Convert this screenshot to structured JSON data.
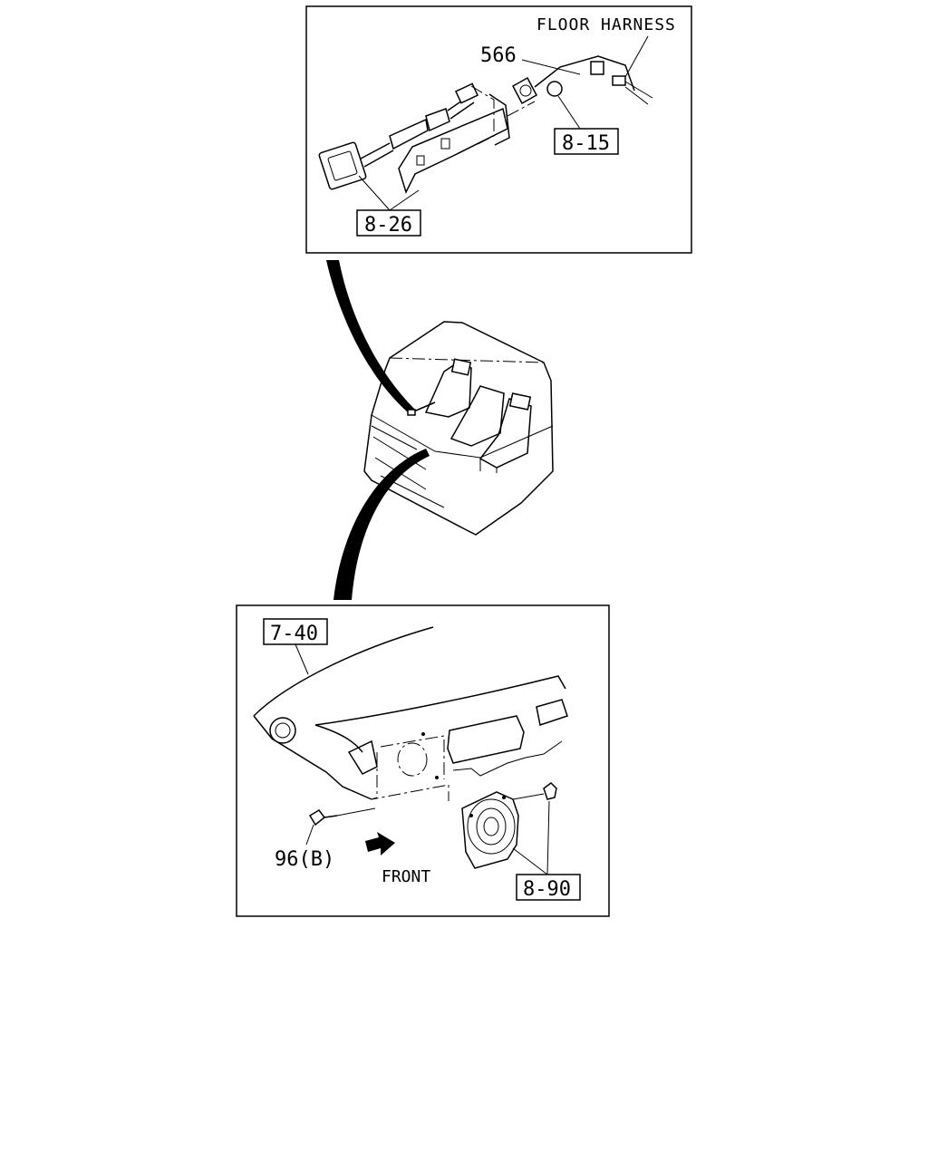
{
  "callouts": {
    "floor_harness": "FLOOR HARNESS",
    "part_566": "566",
    "ref_8_15": "8-15",
    "ref_8_26": "8-26",
    "ref_7_40": "7-40",
    "part_96b": "96(B)",
    "front": "FRONT",
    "ref_8_90": "8-90"
  }
}
